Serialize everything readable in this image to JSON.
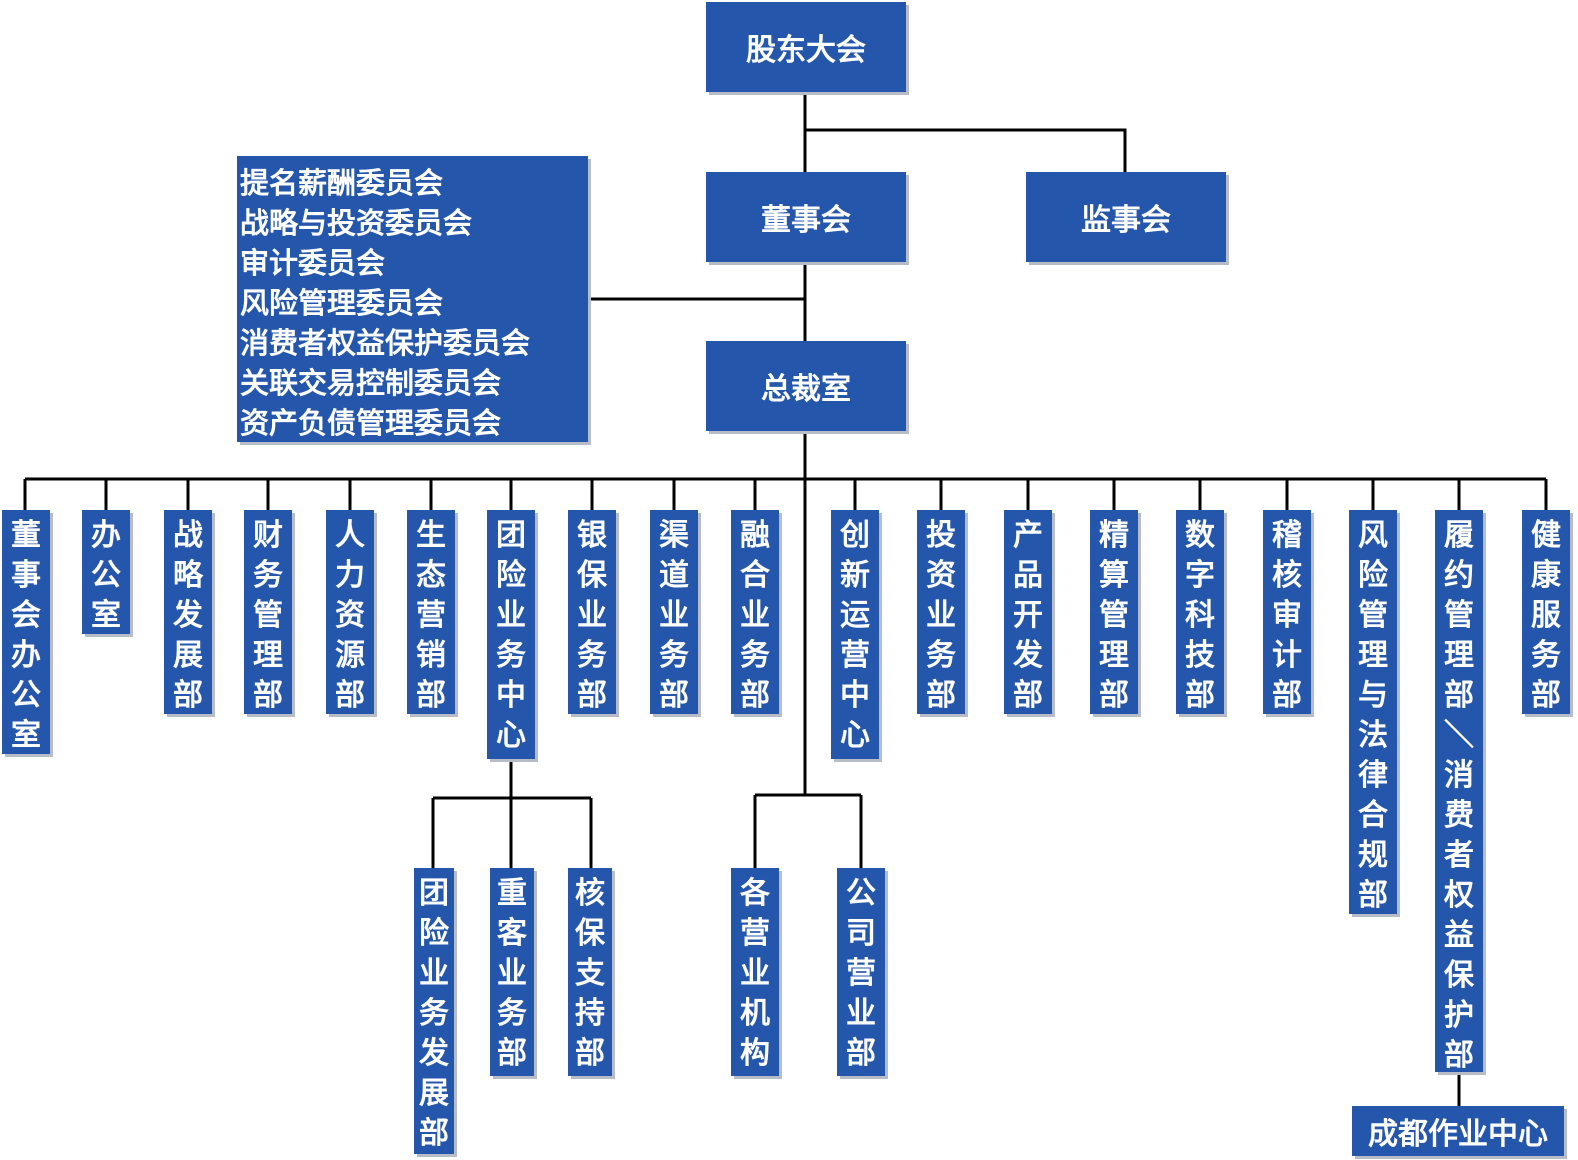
{
  "colors": {
    "box": "#2456ac",
    "text": "#ffffff",
    "line": "#000000",
    "shadow": "#b7bcc6"
  },
  "top": {
    "shareholders": "股东大会",
    "board": "董事会",
    "supervisors": "监事会",
    "president_office": "总裁室"
  },
  "committees": [
    "提名薪酬委员会",
    "战略与投资委员会",
    "审计委员会",
    "风险管理委员会",
    "消费者权益保护委员会",
    "关联交易控制委员会",
    "资产负债管理委员会"
  ],
  "departments": [
    "董事会办公室",
    "办公室",
    "战略发展部",
    "财务管理部",
    "人力资源部",
    "生态营销部",
    "团险业务中心",
    "银保业务部",
    "渠道业务部",
    "融合业务部",
    "创新运营中心",
    "投资业务部",
    "产品开发部",
    "精算管理部",
    "数字科技部",
    "稽核审计部",
    "风险管理与法律合规部",
    "履约管理部＼消费者权益保护部",
    "健康服务部"
  ],
  "group_sub": [
    "团险业务发展部",
    "重客业务部",
    "核保支持部"
  ],
  "branch_units": [
    "各营业机构",
    "公司营业部"
  ],
  "chengdu": "成都作业中心"
}
